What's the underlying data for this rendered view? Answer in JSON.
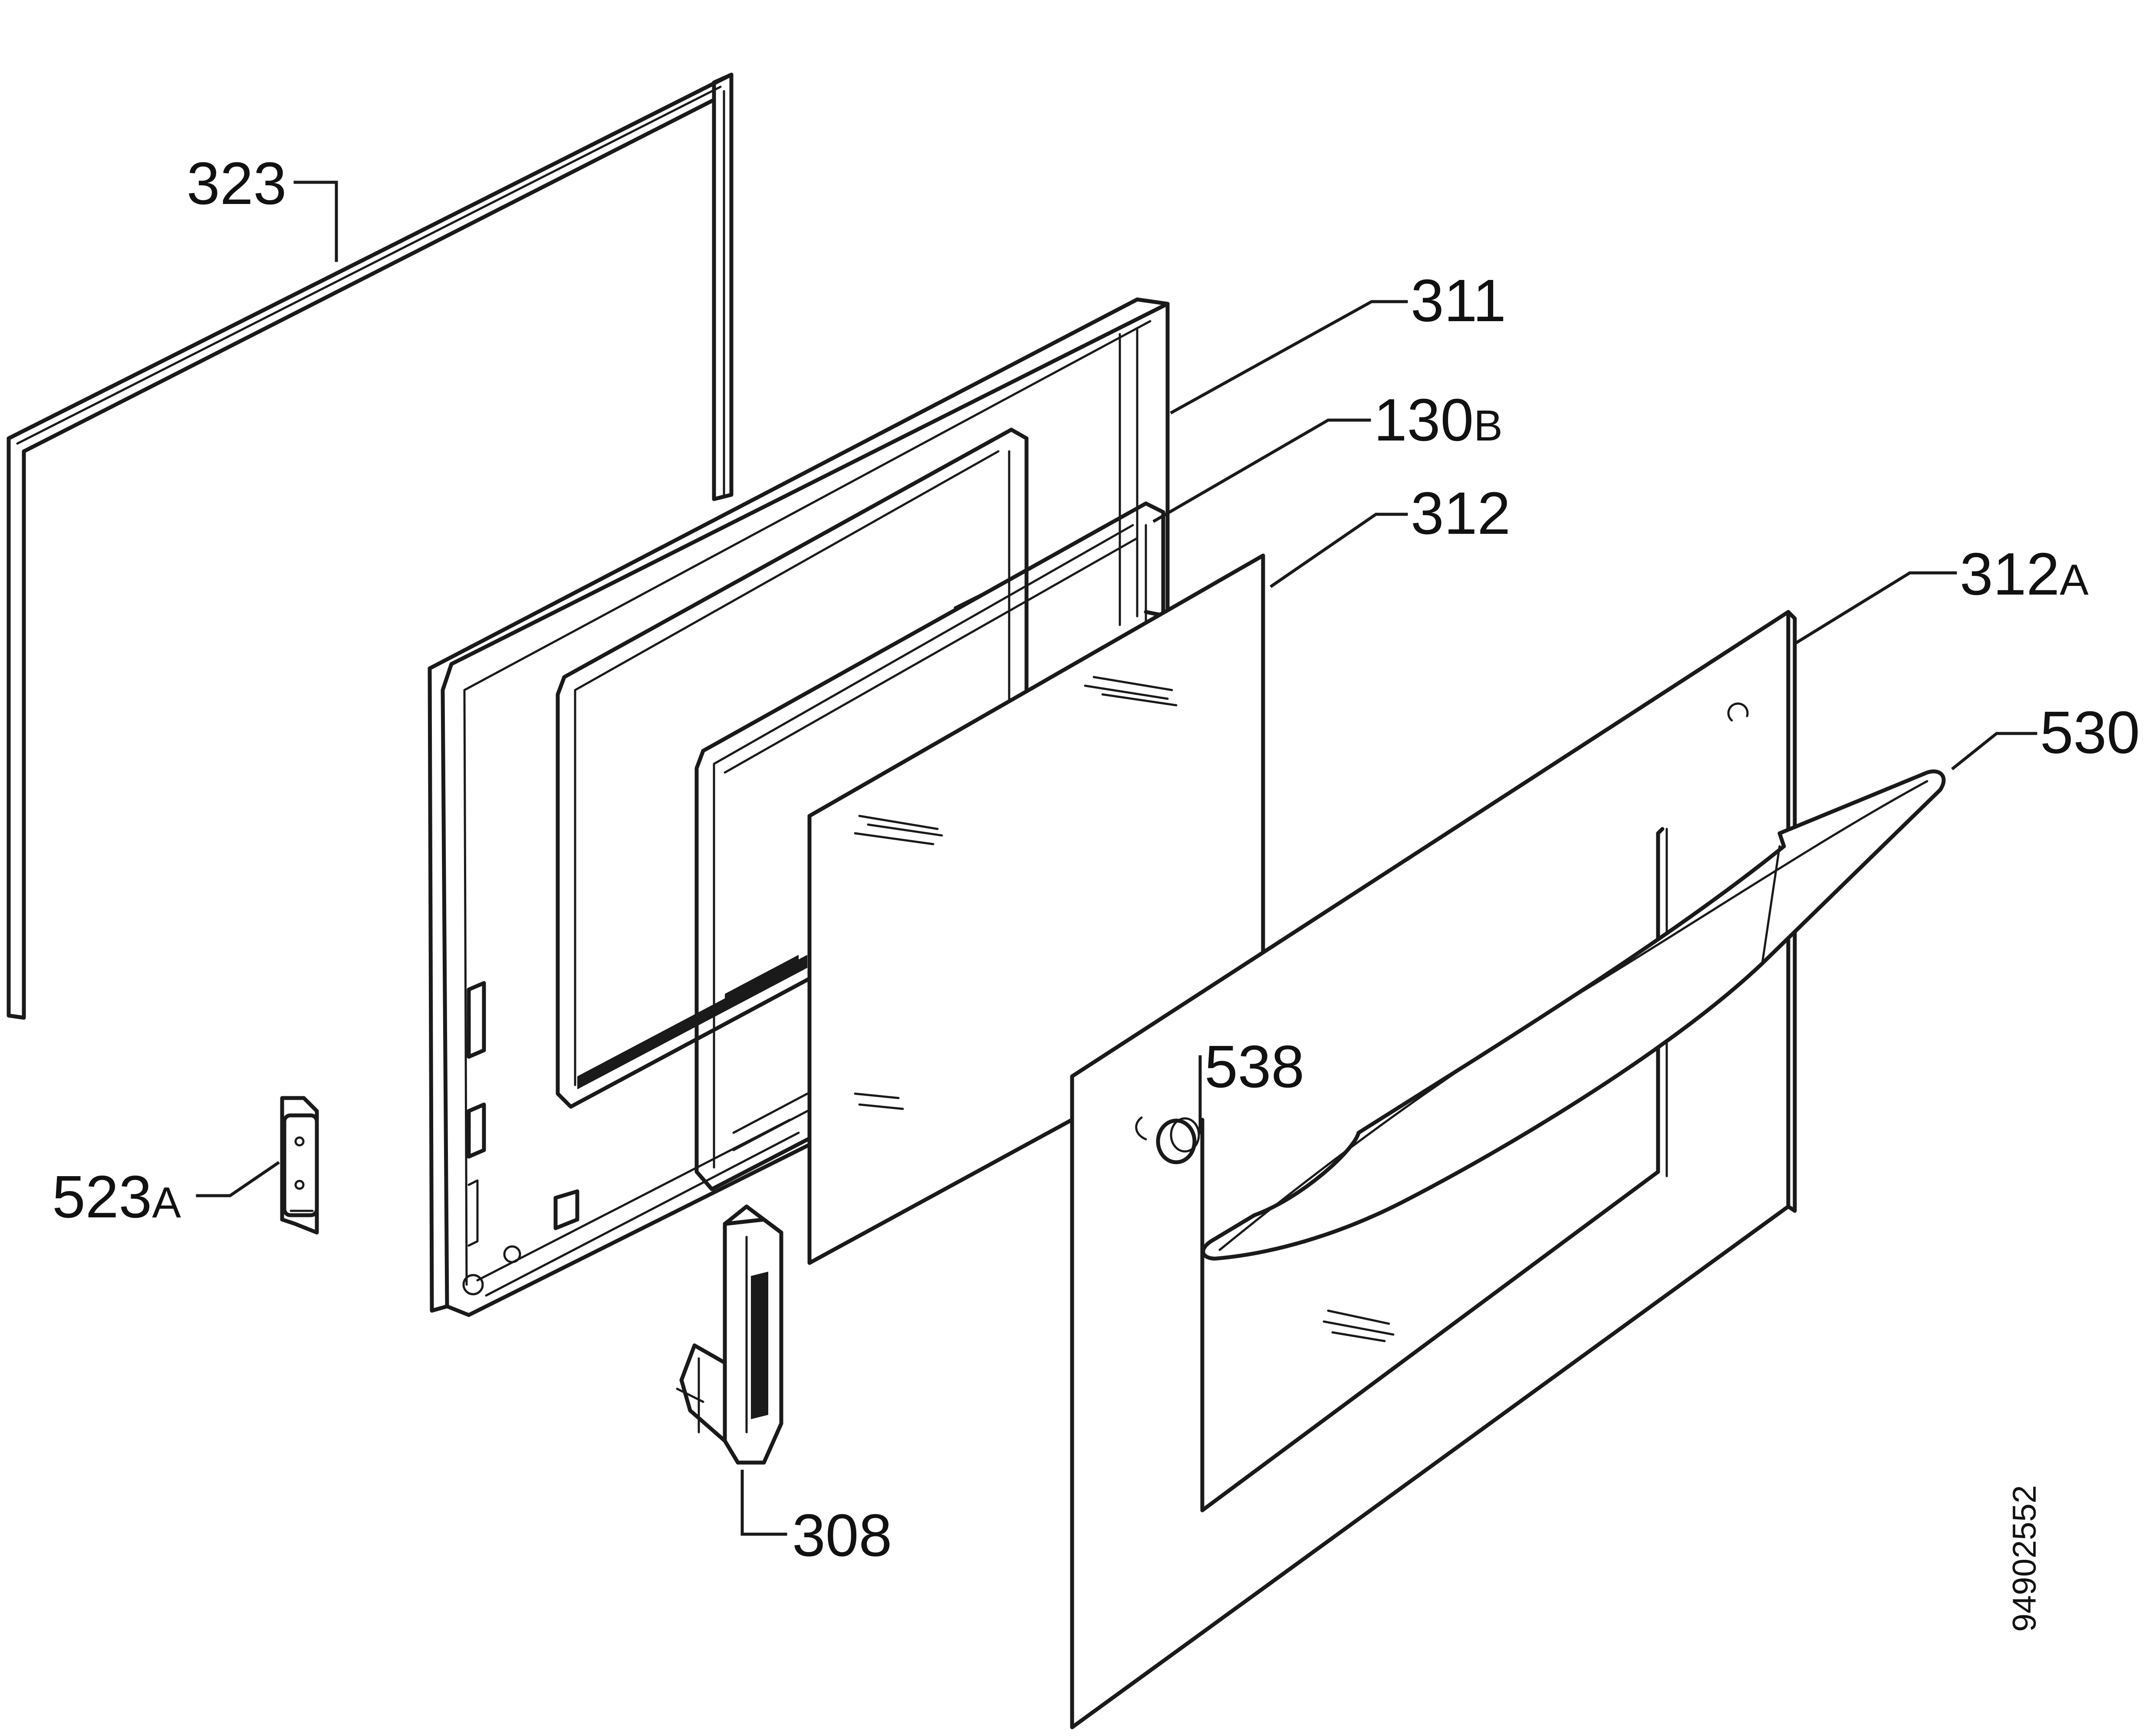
{
  "diagram": {
    "kind": "exploded-parts-view",
    "document_number": "94902552",
    "callouts": [
      {
        "id": "323",
        "number": "323",
        "suffix": ""
      },
      {
        "id": "311",
        "number": "311",
        "suffix": ""
      },
      {
        "id": "130B",
        "number": "130",
        "suffix": "B"
      },
      {
        "id": "312",
        "number": "312",
        "suffix": ""
      },
      {
        "id": "312A",
        "number": "312",
        "suffix": "A"
      },
      {
        "id": "530",
        "number": "530",
        "suffix": ""
      },
      {
        "id": "538",
        "number": "538",
        "suffix": ""
      },
      {
        "id": "523A",
        "number": "523",
        "suffix": "A"
      },
      {
        "id": "308",
        "number": "308",
        "suffix": ""
      }
    ]
  }
}
